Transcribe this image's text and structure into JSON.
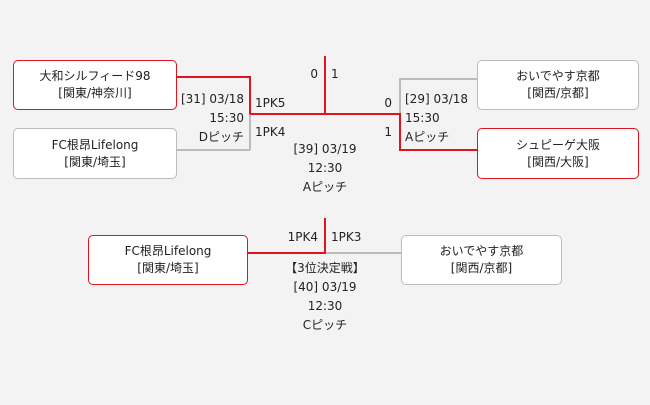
{
  "semifinals": [
    {
      "match": "[31] 03/18",
      "time": "15:30",
      "venue": "Dピッチ",
      "team_top": {
        "name": "大和シルフィード98",
        "region": "[関東/神奈川]",
        "score": "1PK5",
        "winner": true
      },
      "team_bottom": {
        "name": "FC根昂Lifelong",
        "region": "[関東/埼玉]",
        "score": "1PK4",
        "winner": false
      }
    },
    {
      "match": "[29] 03/18",
      "time": "15:30",
      "venue": "Aピッチ",
      "team_top": {
        "name": "おいでやす京都",
        "region": "[関西/京都]",
        "score": "0",
        "winner": false
      },
      "team_bottom": {
        "name": "シュピーゲ大阪",
        "region": "[関西/大阪]",
        "score": "1",
        "winner": true
      }
    }
  ],
  "final": {
    "match": "[39] 03/19",
    "time": "12:30",
    "venue": "Aピッチ",
    "score_left": "0",
    "score_right": "1"
  },
  "third_place": {
    "title": "【3位決定戦】",
    "match": "[40] 03/19",
    "time": "12:30",
    "venue": "Cピッチ",
    "team_left": {
      "name": "FC根昂Lifelong",
      "region": "[関東/埼玉]",
      "score": "1PK4",
      "winner": true
    },
    "team_right": {
      "name": "おいでやす京都",
      "region": "[関西/京都]",
      "score": "1PK3",
      "winner": false
    }
  },
  "colors": {
    "winner": "#e0141e",
    "loser": "#bbbbbb"
  }
}
